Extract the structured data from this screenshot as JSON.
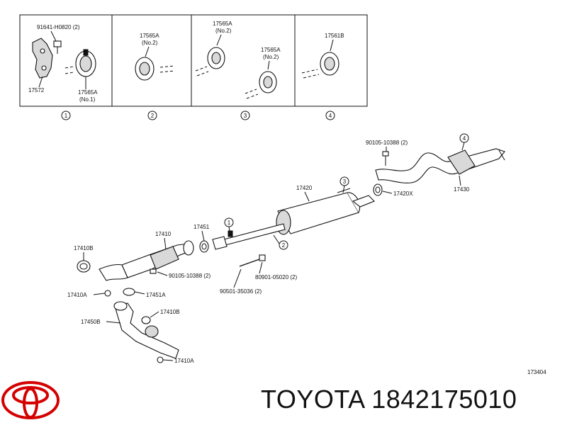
{
  "brand": {
    "name": "TOYOTA",
    "part_number": "1842175010",
    "logo": "toyota-logo-icon",
    "logo_color": "#d40000"
  },
  "diagram_code": "173404",
  "panels": [
    {
      "num": "1",
      "labels": [
        "91641-H0820 (2)",
        "17572",
        "17565A",
        "(No.1)"
      ]
    },
    {
      "num": "2",
      "labels": [
        "17565A",
        "(No.2)"
      ]
    },
    {
      "num": "3",
      "labels": [
        "17565A",
        "(No.2)",
        "17565A",
        "(No.2)"
      ]
    },
    {
      "num": "4",
      "labels": [
        "17561B"
      ]
    }
  ],
  "callouts": {
    "c1": "1",
    "c2": "2",
    "c3": "3",
    "c4": "4"
  },
  "parts": {
    "p90105_top": "90105-10388 (2)",
    "p17420": "17420",
    "p17420x": "17420X",
    "p17430": "17430",
    "p17410": "17410",
    "p17451": "17451",
    "p17410b_a": "17410B",
    "p90105_mid": "90105-10388 (2)",
    "p90901": "80901-05020 (2)",
    "p90501": "90501-35036 (2)",
    "p17410a_a": "17410A",
    "p17451a": "17451A",
    "p17410b_b": "17410B",
    "p17450b": "17450B",
    "p17410a_b": "17410A"
  }
}
